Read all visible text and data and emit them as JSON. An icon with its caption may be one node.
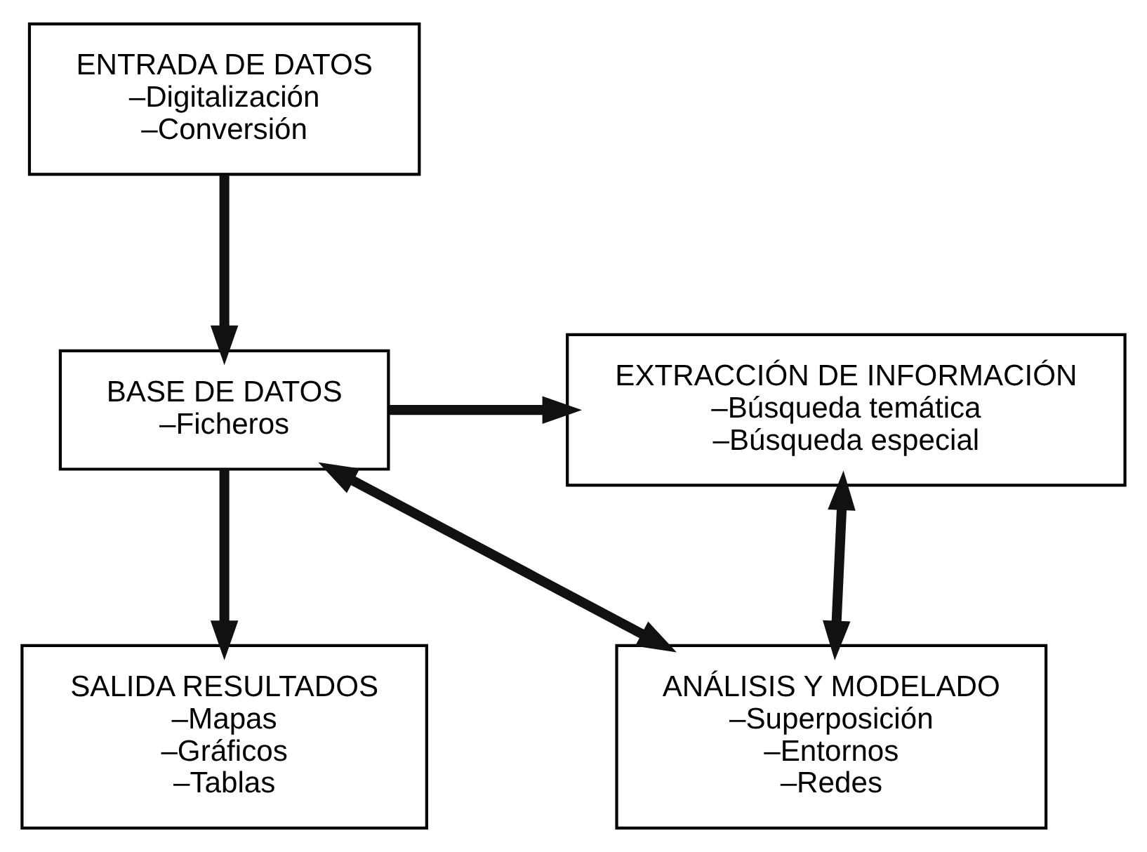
{
  "diagram": {
    "nodes": [
      {
        "text": [
          "ENTRADA DE DATOS",
          "–Digitalización",
          "–Conversión"
        ]
      },
      {
        "text": [
          "EXTRACCIÓN DE INFORMACIÓN",
          "–Búsqueda temática",
          "–Búsqueda especial"
        ]
      },
      {
        "text": [
          "BASE DE DATOS",
          "–Ficheros"
        ]
      },
      {
        "text": [
          "ANÁLISIS Y MODELADO",
          "–Superposición",
          "–Entornos",
          "–Redes"
        ]
      },
      {
        "text": [
          "SALIDA RESULTADOS",
          "–Mapas",
          "–Gráficos",
          "–Tablas"
        ]
      }
    ],
    "edges": [
      {
        "from": 0,
        "to": 2,
        "arrow": "to"
      },
      {
        "from": 2,
        "to": 1,
        "arrow": "to"
      },
      {
        "from": 1,
        "to": 3,
        "arrow": "both"
      },
      {
        "from": 3,
        "to": 2,
        "arrow": "both"
      },
      {
        "from": 2,
        "to": 4,
        "arrow": "to"
      }
    ]
  }
}
